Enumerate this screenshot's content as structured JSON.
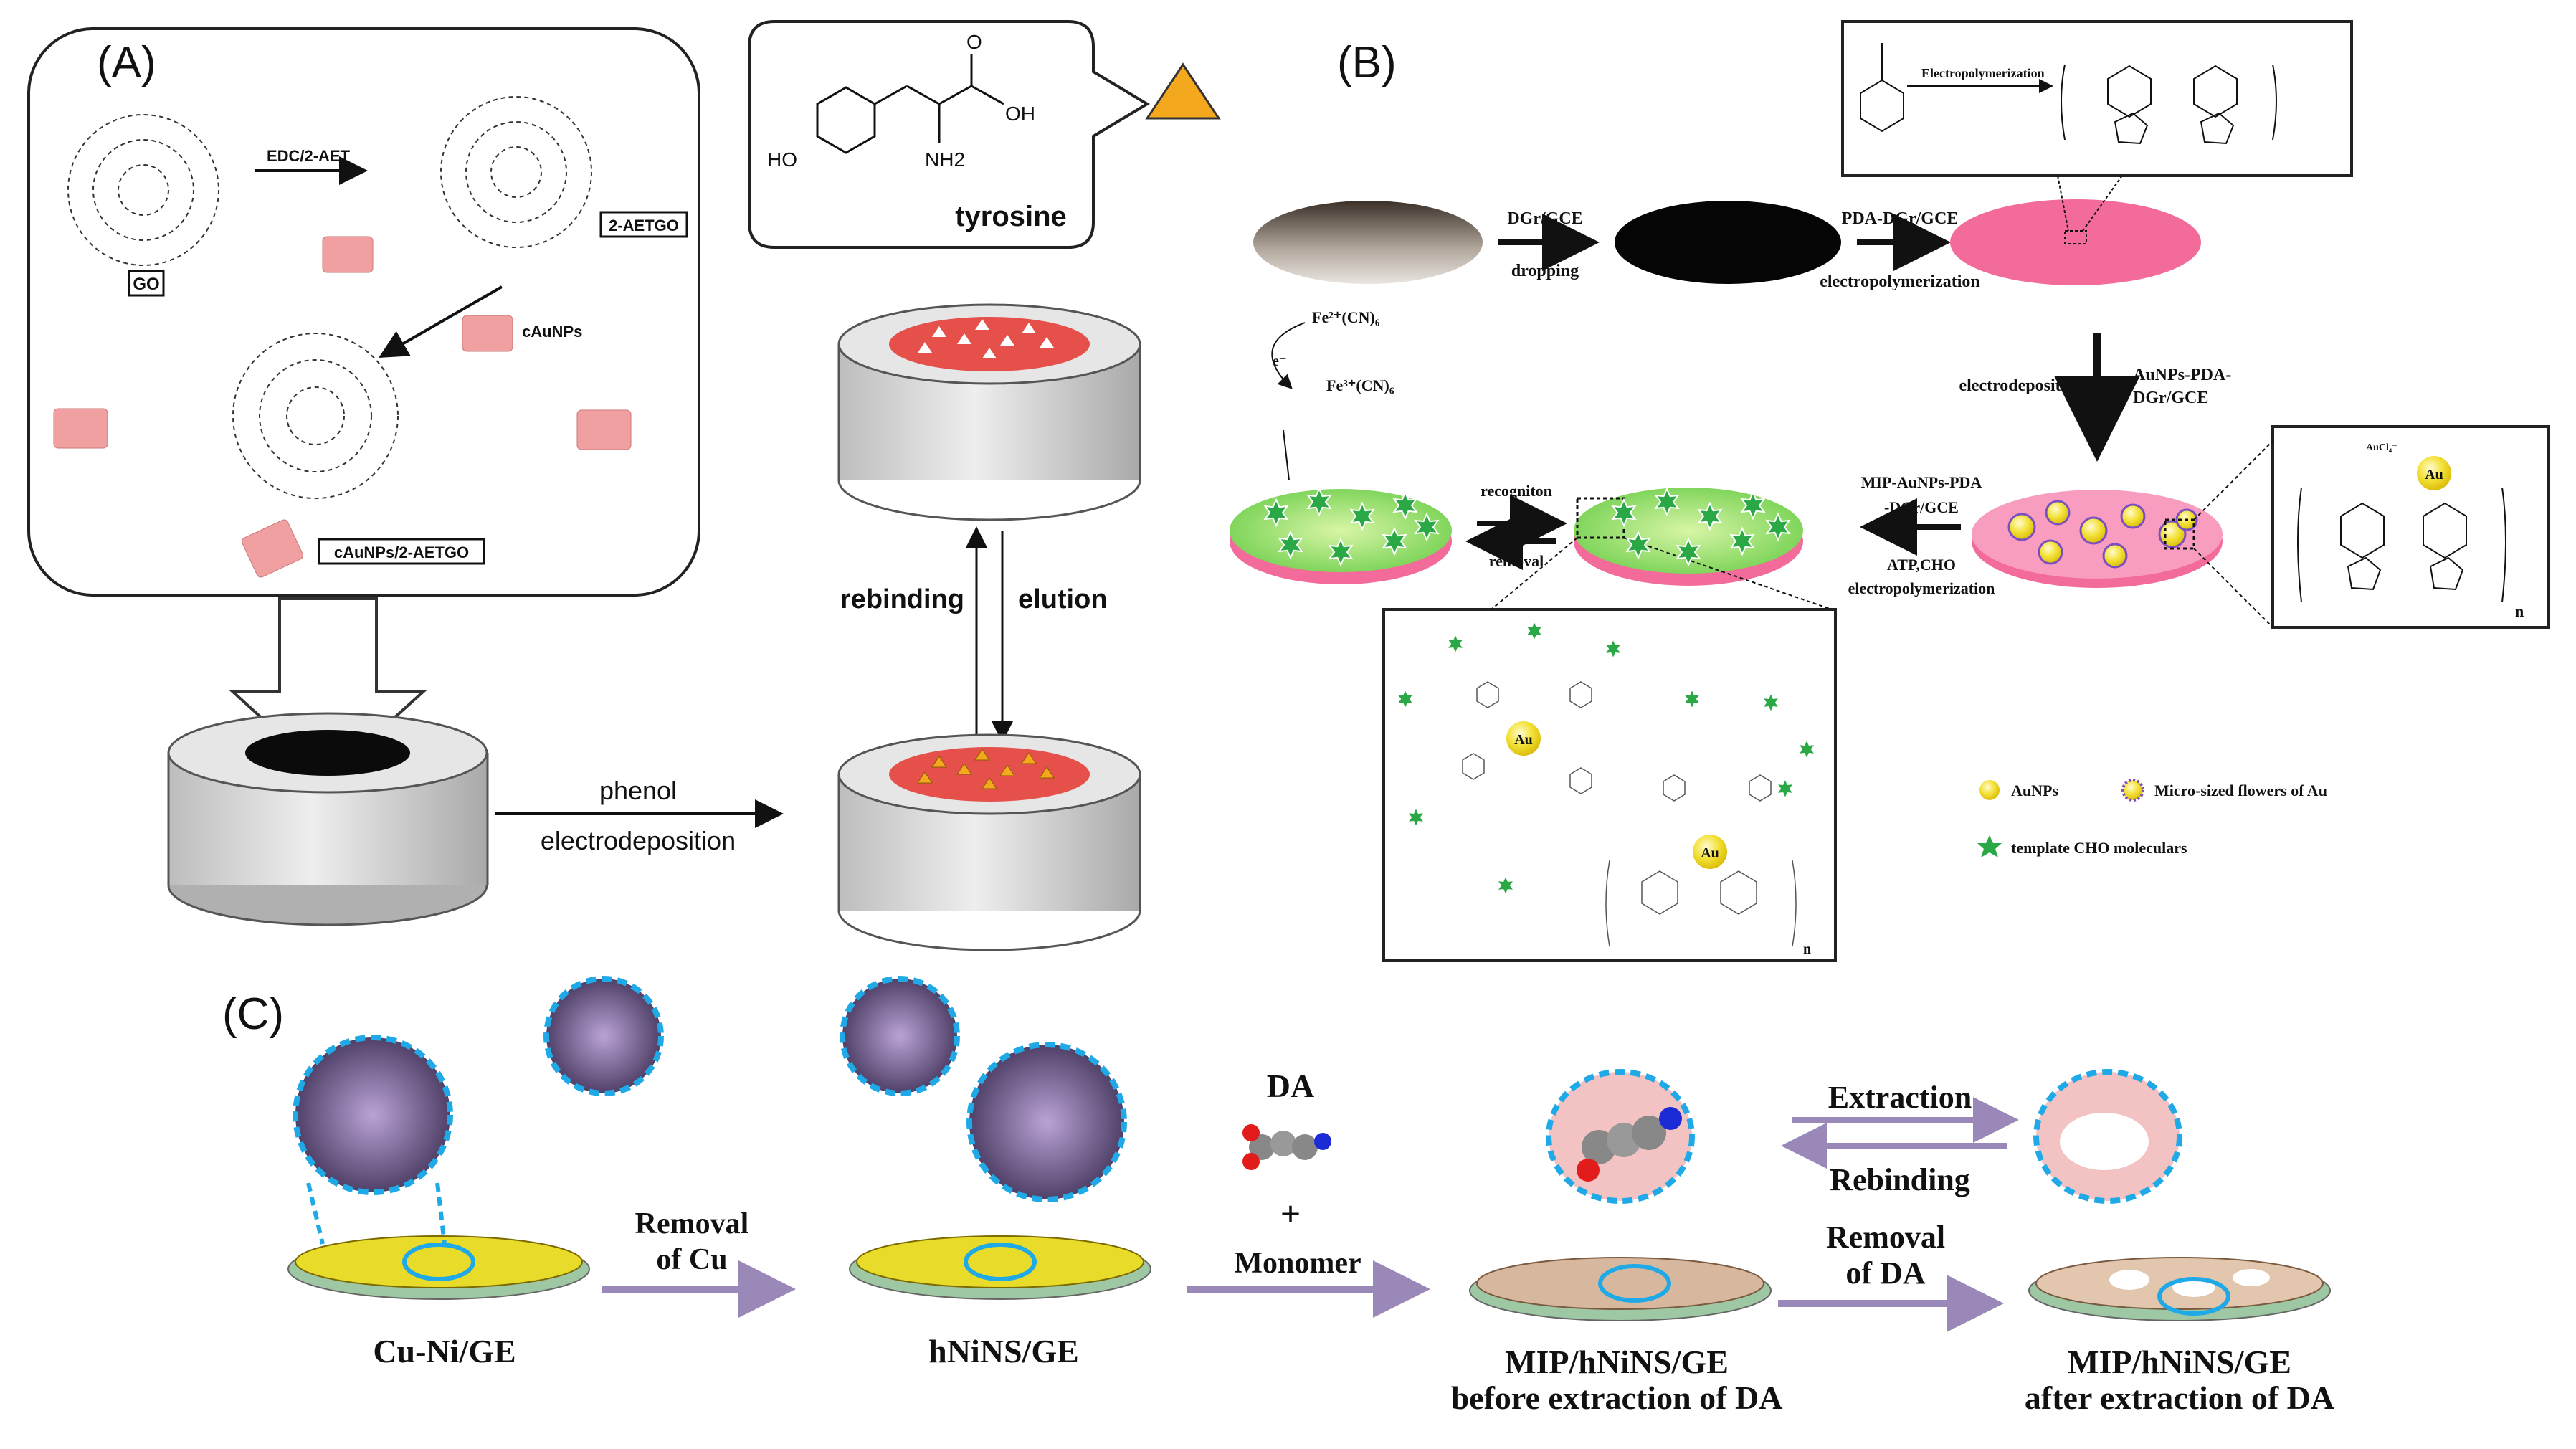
{
  "panel_a": {
    "label": "(A)",
    "go": "GO",
    "edc": "EDC/2-AET",
    "aetgo": "2-AETGO",
    "caunps": "cAuNPs",
    "caunps_aetgo": "cAuNPs/2-AETGO",
    "tyrosine": "tyrosine",
    "nh2": "NH2",
    "oh": "OH",
    "ho": "HO",
    "o": "O",
    "rebinding": "rebinding",
    "elution": "elution",
    "phenol": "phenol",
    "electrodeposition": "electrodeposition"
  },
  "panel_b": {
    "label": "(B)",
    "electropolymerization_inset": "Electropolymerization",
    "dgr_gce": "DGr/GCE",
    "dropping": "dropping",
    "pda_dgr_gce": "PDA-DGr/GCE",
    "electropolymerization": "electropolymerization",
    "electrodeposition": "electrodepositon",
    "aunps_pda_1": "AuNPs-PDA-",
    "aunps_pda_2": "DGr/GCE",
    "mip_1": "MIP-AuNPs-PDA",
    "mip_2": "-DGr/GCE",
    "atp_1": "ATP,CHO",
    "atp_2": "electropolymerization",
    "recognition": "recogniton",
    "removal": "removal",
    "fe2": "Fe²⁺(CN)₆",
    "fe3": "Fe³⁺(CN)₆",
    "electron": "e⁻",
    "au": "Au",
    "aucl4": "AuCl₄⁻",
    "n": "n",
    "legend_aunps": "AuNPs",
    "legend_flowers": "Micro-sized flowers of Au",
    "legend_template": "template CHO moleculars"
  },
  "panel_c": {
    "label": "(C)",
    "removal_cu_1": "Removal",
    "removal_cu_2": "of Cu",
    "da": "DA",
    "plus": "+",
    "monomer": "Monomer",
    "extraction": "Extraction",
    "rebinding": "Rebinding",
    "removal_da_1": "Removal",
    "removal_da_2": "of DA",
    "cuni": "Cu-Ni/GE",
    "hnins": "hNiNS/GE",
    "mip_before_1": "MIP/hNiNS/GE",
    "mip_before_2": "before extraction of DA",
    "mip_after_1": "MIP/hNiNS/GE",
    "mip_after_2": "after extraction of DA"
  },
  "colors": {
    "pink": "#f0a0a0",
    "red": "#e5504a",
    "magenta": "#f26b9a",
    "orange": "#f4a81d",
    "cyan": "#1fa9e6",
    "green": "#2aa845",
    "purple": "#b9a3d6",
    "yellow": "#f3e23a"
  }
}
